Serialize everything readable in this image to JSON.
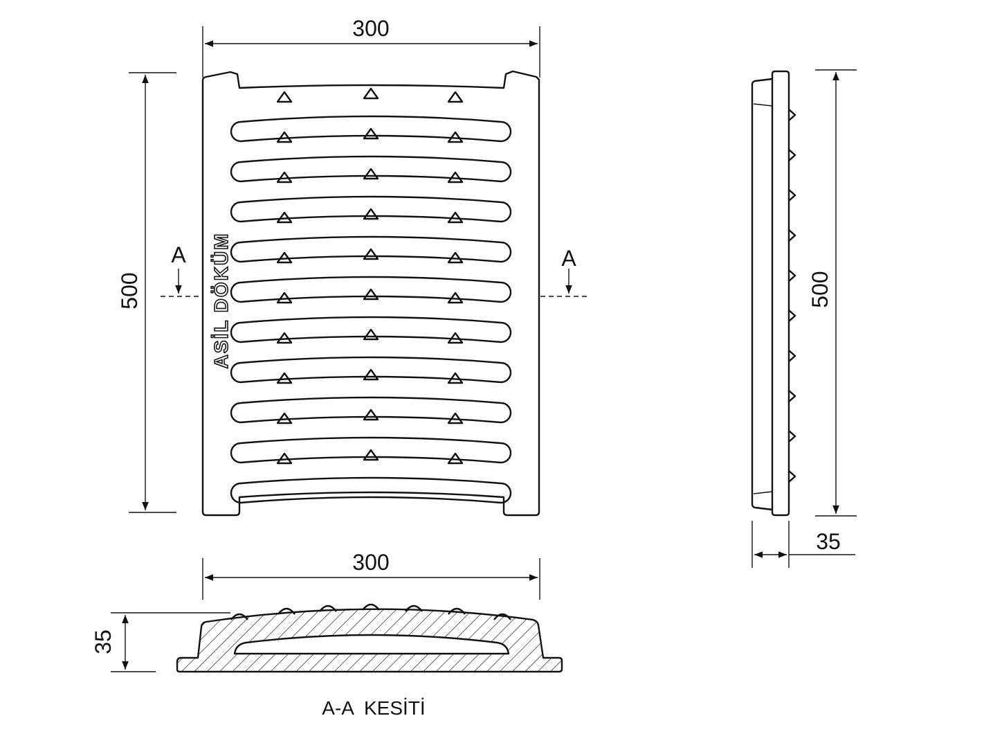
{
  "plan_view": {
    "width_dimension": "300",
    "height_dimension": "500",
    "section_mark_left": "A",
    "section_mark_right": "A",
    "brand_text": "ASİL DÖKÜM"
  },
  "side_view": {
    "height_dimension": "500",
    "thickness_dimension": "35"
  },
  "section_view": {
    "width_dimension": "300",
    "height_dimension": "35",
    "title": "A-A  KESİTİ"
  },
  "colors": {
    "line": "#111111",
    "background": "#ffffff"
  }
}
